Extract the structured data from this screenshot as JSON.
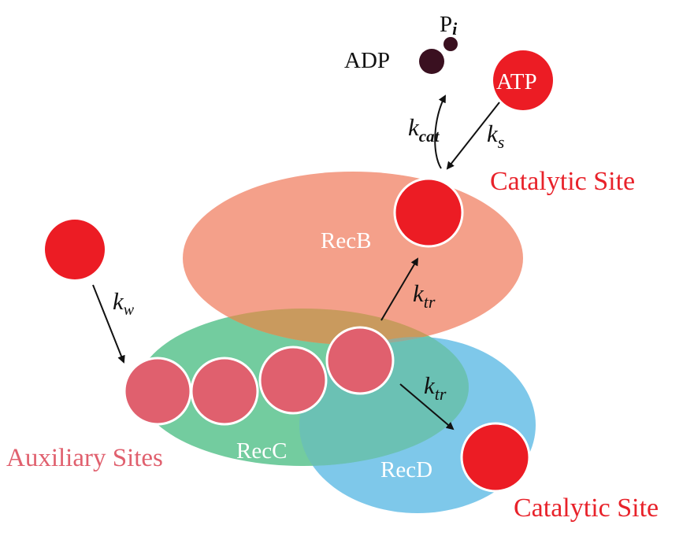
{
  "colors": {
    "recb": "#f4a08a",
    "recc": "#6cc99a",
    "recd": "#7ec8ea",
    "overlap": "#c99a5e",
    "red_ball": "#ec1c24",
    "aux_ball": "#e0606e",
    "dark_ball": "#3a1020",
    "catalytic_label": "#e8222a",
    "auxiliary_label": "#e0606e",
    "subunit_label": "#ffffff",
    "arrow": "#111111"
  },
  "labels": {
    "recb": "RecB",
    "recc": "RecC",
    "recd": "RecD",
    "atp": "ATP",
    "adp": "ADP",
    "pi_main": "P",
    "pi_sub": "i",
    "catalytic_site_top": "Catalytic Site",
    "catalytic_site_bottom": "Catalytic Site",
    "auxiliary_sites": "Auxiliary Sites"
  },
  "rates": {
    "k_main": "k",
    "cat_sub": "cat",
    "s_sub": "s",
    "w_sub": "w",
    "tr_sub_b": "tr",
    "tr_sub_d": "tr"
  }
}
